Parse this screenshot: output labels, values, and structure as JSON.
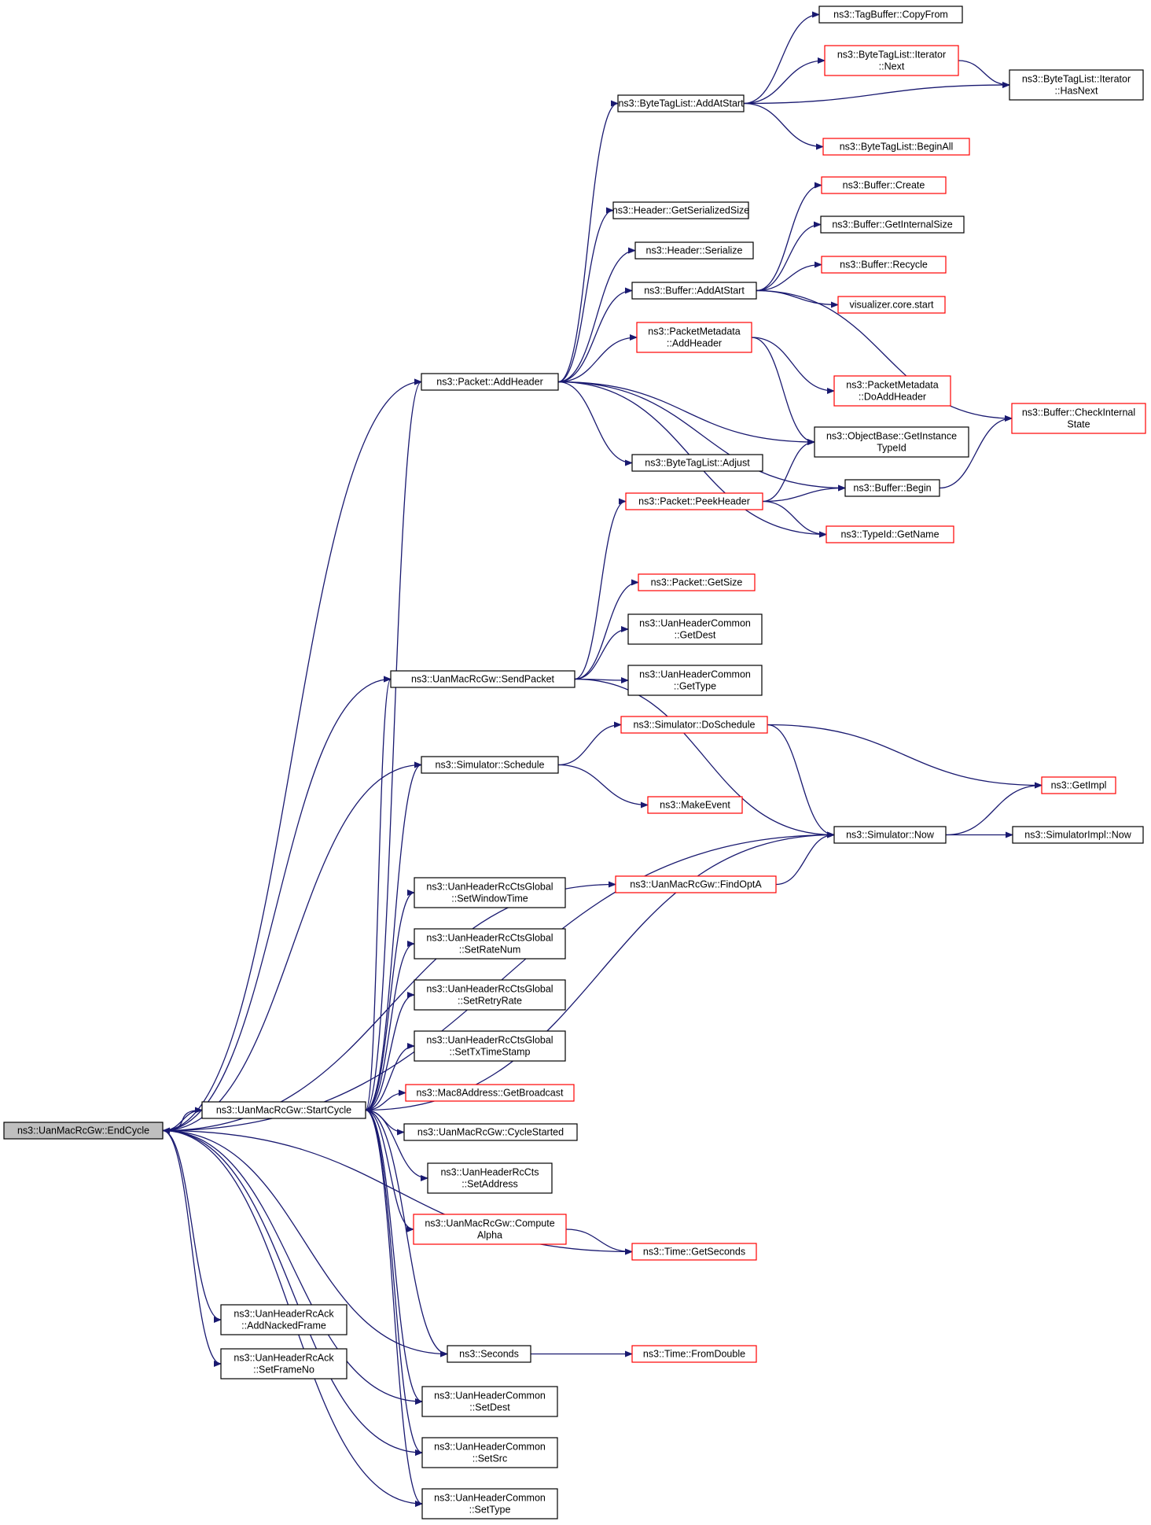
{
  "diagram": {
    "colors": {
      "edge": "#191970",
      "node_border_default": "#000000",
      "node_border_truncated": "#ff0000",
      "node_fill_root": "#bfbfbf",
      "node_fill": "#ffffff"
    },
    "nodes": [
      {
        "id": "endcycle",
        "lines": [
          "ns3::UanMacRcGw::EndCycle"
        ],
        "style": "root"
      },
      {
        "id": "startcycle",
        "lines": [
          "ns3::UanMacRcGw::StartCycle"
        ],
        "style": "normal"
      },
      {
        "id": "addnacked",
        "lines": [
          "ns3::UanHeaderRcAck",
          "::AddNackedFrame"
        ],
        "style": "normal"
      },
      {
        "id": "setframeno",
        "lines": [
          "ns3::UanHeaderRcAck",
          "::SetFrameNo"
        ],
        "style": "normal"
      },
      {
        "id": "addheader",
        "lines": [
          "ns3::Packet::AddHeader"
        ],
        "style": "normal"
      },
      {
        "id": "sendpacket",
        "lines": [
          "ns3::UanMacRcGw::SendPacket"
        ],
        "style": "normal"
      },
      {
        "id": "schedule",
        "lines": [
          "ns3::Simulator::Schedule"
        ],
        "style": "normal"
      },
      {
        "id": "setwindowtime",
        "lines": [
          "ns3::UanHeaderRcCtsGlobal",
          "::SetWindowTime"
        ],
        "style": "normal"
      },
      {
        "id": "setratenum",
        "lines": [
          "ns3::UanHeaderRcCtsGlobal",
          "::SetRateNum"
        ],
        "style": "normal"
      },
      {
        "id": "setretryrate",
        "lines": [
          "ns3::UanHeaderRcCtsGlobal",
          "::SetRetryRate"
        ],
        "style": "normal"
      },
      {
        "id": "settxtimestamp",
        "lines": [
          "ns3::UanHeaderRcCtsGlobal",
          "::SetTxTimeStamp"
        ],
        "style": "normal"
      },
      {
        "id": "getbroadcast",
        "lines": [
          "ns3::Mac8Address::GetBroadcast"
        ],
        "style": "truncated"
      },
      {
        "id": "cyclestarted",
        "lines": [
          "ns3::UanMacRcGw::CycleStarted"
        ],
        "style": "normal"
      },
      {
        "id": "setaddress",
        "lines": [
          "ns3::UanHeaderRcCts",
          "::SetAddress"
        ],
        "style": "normal"
      },
      {
        "id": "computealpha",
        "lines": [
          "ns3::UanMacRcGw::Compute",
          "Alpha"
        ],
        "style": "truncated"
      },
      {
        "id": "seconds",
        "lines": [
          "ns3::Seconds"
        ],
        "style": "normal"
      },
      {
        "id": "setdest",
        "lines": [
          "ns3::UanHeaderCommon",
          "::SetDest"
        ],
        "style": "normal"
      },
      {
        "id": "setsrc",
        "lines": [
          "ns3::UanHeaderCommon",
          "::SetSrc"
        ],
        "style": "normal"
      },
      {
        "id": "settype",
        "lines": [
          "ns3::UanHeaderCommon",
          "::SetType"
        ],
        "style": "normal"
      },
      {
        "id": "bytetag_addatstart",
        "lines": [
          "ns3::ByteTagList::AddAtStart"
        ],
        "style": "normal"
      },
      {
        "id": "header_getser",
        "lines": [
          "ns3::Header::GetSerializedSize"
        ],
        "style": "normal"
      },
      {
        "id": "header_serialize",
        "lines": [
          "ns3::Header::Serialize"
        ],
        "style": "normal"
      },
      {
        "id": "buffer_addatstart",
        "lines": [
          "ns3::Buffer::AddAtStart"
        ],
        "style": "normal"
      },
      {
        "id": "pm_addheader",
        "lines": [
          "ns3::PacketMetadata",
          "::AddHeader"
        ],
        "style": "truncated"
      },
      {
        "id": "bytetag_adjust",
        "lines": [
          "ns3::ByteTagList::Adjust"
        ],
        "style": "normal"
      },
      {
        "id": "peekheader",
        "lines": [
          "ns3::Packet::PeekHeader"
        ],
        "style": "truncated"
      },
      {
        "id": "getsize",
        "lines": [
          "ns3::Packet::GetSize"
        ],
        "style": "truncated"
      },
      {
        "id": "getdest",
        "lines": [
          "ns3::UanHeaderCommon",
          "::GetDest"
        ],
        "style": "normal"
      },
      {
        "id": "gettype",
        "lines": [
          "ns3::UanHeaderCommon",
          "::GetType"
        ],
        "style": "normal"
      },
      {
        "id": "doschedule",
        "lines": [
          "ns3::Simulator::DoSchedule"
        ],
        "style": "truncated"
      },
      {
        "id": "makeevent",
        "lines": [
          "ns3::MakeEvent"
        ],
        "style": "truncated"
      },
      {
        "id": "findopta",
        "lines": [
          "ns3::UanMacRcGw::FindOptA"
        ],
        "style": "truncated"
      },
      {
        "id": "getseconds",
        "lines": [
          "ns3::Time::GetSeconds"
        ],
        "style": "truncated"
      },
      {
        "id": "fromdouble",
        "lines": [
          "ns3::Time::FromDouble"
        ],
        "style": "truncated"
      },
      {
        "id": "tagbuffer_copyfrom",
        "lines": [
          "ns3::TagBuffer::CopyFrom"
        ],
        "style": "normal"
      },
      {
        "id": "iter_next",
        "lines": [
          "ns3::ByteTagList::Iterator",
          "::Next"
        ],
        "style": "truncated"
      },
      {
        "id": "beginall",
        "lines": [
          "ns3::ByteTagList::BeginAll"
        ],
        "style": "truncated"
      },
      {
        "id": "buffer_create",
        "lines": [
          "ns3::Buffer::Create"
        ],
        "style": "truncated"
      },
      {
        "id": "buffer_getinternalsize",
        "lines": [
          "ns3::Buffer::GetInternalSize"
        ],
        "style": "normal"
      },
      {
        "id": "buffer_recycle",
        "lines": [
          "ns3::Buffer::Recycle"
        ],
        "style": "truncated"
      },
      {
        "id": "viz_start",
        "lines": [
          "visualizer.core.start"
        ],
        "style": "truncated"
      },
      {
        "id": "pm_doaddheader",
        "lines": [
          "ns3::PacketMetadata",
          "::DoAddHeader"
        ],
        "style": "truncated"
      },
      {
        "id": "getinstancetypeid",
        "lines": [
          "ns3::ObjectBase::GetInstance",
          "TypeId"
        ],
        "style": "normal"
      },
      {
        "id": "buffer_begin",
        "lines": [
          "ns3::Buffer::Begin"
        ],
        "style": "normal"
      },
      {
        "id": "typeid_getname",
        "lines": [
          "ns3::TypeId::GetName"
        ],
        "style": "truncated"
      },
      {
        "id": "sim_now",
        "lines": [
          "ns3::Simulator::Now"
        ],
        "style": "normal"
      },
      {
        "id": "iter_hasnext",
        "lines": [
          "ns3::ByteTagList::Iterator",
          "::HasNext"
        ],
        "style": "normal"
      },
      {
        "id": "checkinternalstate",
        "lines": [
          "ns3::Buffer::CheckInternal",
          "State"
        ],
        "style": "truncated"
      },
      {
        "id": "getimpl",
        "lines": [
          "ns3::GetImpl"
        ],
        "style": "truncated"
      },
      {
        "id": "simimpl_now",
        "lines": [
          "ns3::SimulatorImpl::Now"
        ],
        "style": "normal"
      }
    ],
    "edges": [
      [
        "endcycle",
        "startcycle"
      ],
      [
        "startcycle",
        "endcycle"
      ],
      [
        "endcycle",
        "addheader"
      ],
      [
        "endcycle",
        "sendpacket"
      ],
      [
        "endcycle",
        "schedule"
      ],
      [
        "endcycle",
        "sim_now"
      ],
      [
        "endcycle",
        "findopta"
      ],
      [
        "endcycle",
        "getseconds"
      ],
      [
        "endcycle",
        "addnacked"
      ],
      [
        "endcycle",
        "setframeno"
      ],
      [
        "endcycle",
        "seconds"
      ],
      [
        "endcycle",
        "setdest"
      ],
      [
        "endcycle",
        "setsrc"
      ],
      [
        "endcycle",
        "settype"
      ],
      [
        "startcycle",
        "addheader"
      ],
      [
        "startcycle",
        "sendpacket"
      ],
      [
        "startcycle",
        "schedule"
      ],
      [
        "startcycle",
        "setwindowtime"
      ],
      [
        "startcycle",
        "setratenum"
      ],
      [
        "startcycle",
        "setretryrate"
      ],
      [
        "startcycle",
        "settxtimestamp"
      ],
      [
        "startcycle",
        "getbroadcast"
      ],
      [
        "startcycle",
        "cyclestarted"
      ],
      [
        "startcycle",
        "setaddress"
      ],
      [
        "startcycle",
        "computealpha"
      ],
      [
        "startcycle",
        "sim_now"
      ],
      [
        "startcycle",
        "seconds"
      ],
      [
        "startcycle",
        "setdest"
      ],
      [
        "startcycle",
        "setsrc"
      ],
      [
        "startcycle",
        "settype"
      ],
      [
        "addheader",
        "bytetag_addatstart"
      ],
      [
        "addheader",
        "header_getser"
      ],
      [
        "addheader",
        "header_serialize"
      ],
      [
        "addheader",
        "buffer_addatstart"
      ],
      [
        "addheader",
        "pm_addheader"
      ],
      [
        "addheader",
        "getinstancetypeid"
      ],
      [
        "addheader",
        "buffer_begin"
      ],
      [
        "addheader",
        "bytetag_adjust"
      ],
      [
        "addheader",
        "typeid_getname"
      ],
      [
        "sendpacket",
        "peekheader"
      ],
      [
        "sendpacket",
        "getsize"
      ],
      [
        "sendpacket",
        "getdest"
      ],
      [
        "sendpacket",
        "gettype"
      ],
      [
        "sendpacket",
        "sim_now"
      ],
      [
        "schedule",
        "doschedule"
      ],
      [
        "schedule",
        "makeevent"
      ],
      [
        "doschedule",
        "sim_now"
      ],
      [
        "doschedule",
        "getimpl"
      ],
      [
        "findopta",
        "sim_now"
      ],
      [
        "computealpha",
        "getseconds"
      ],
      [
        "seconds",
        "fromdouble"
      ],
      [
        "sim_now",
        "getimpl"
      ],
      [
        "sim_now",
        "simimpl_now"
      ],
      [
        "bytetag_addatstart",
        "tagbuffer_copyfrom"
      ],
      [
        "bytetag_addatstart",
        "iter_next"
      ],
      [
        "bytetag_addatstart",
        "iter_hasnext"
      ],
      [
        "bytetag_addatstart",
        "beginall"
      ],
      [
        "iter_next",
        "iter_hasnext"
      ],
      [
        "buffer_addatstart",
        "buffer_create"
      ],
      [
        "buffer_addatstart",
        "buffer_getinternalsize"
      ],
      [
        "buffer_addatstart",
        "buffer_recycle"
      ],
      [
        "buffer_addatstart",
        "viz_start"
      ],
      [
        "buffer_addatstart",
        "checkinternalstate"
      ],
      [
        "pm_addheader",
        "pm_doaddheader"
      ],
      [
        "pm_addheader",
        "getinstancetypeid"
      ],
      [
        "peekheader",
        "getinstancetypeid"
      ],
      [
        "peekheader",
        "buffer_begin"
      ],
      [
        "peekheader",
        "typeid_getname"
      ],
      [
        "buffer_begin",
        "checkinternalstate"
      ]
    ]
  }
}
